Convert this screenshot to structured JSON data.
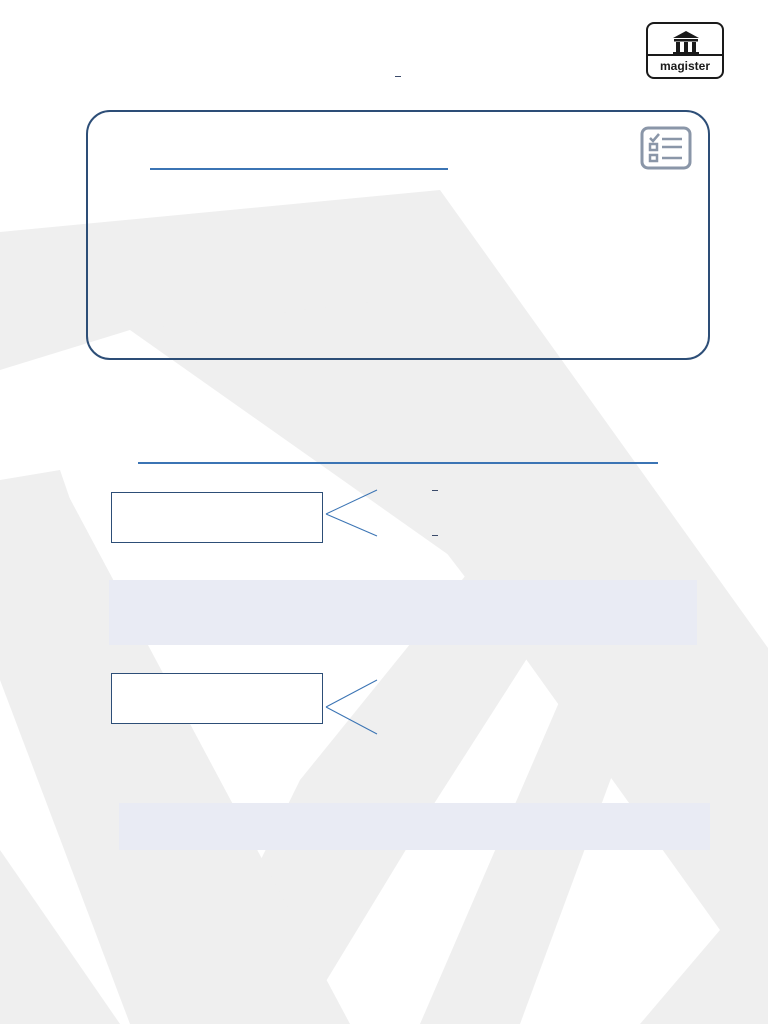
{
  "logo": {
    "text": "magister",
    "icon": "bank-building-icon"
  },
  "info_card": {
    "icon": "checklist-icon"
  },
  "branches": [
    {
      "icon": "branch-connector"
    },
    {
      "icon": "branch-connector"
    }
  ],
  "colors": {
    "frame_border": "#2d4e77",
    "rule_line": "#3b74b4",
    "shade_band": "#e9ebf4",
    "watermark": "#eeeeee"
  }
}
